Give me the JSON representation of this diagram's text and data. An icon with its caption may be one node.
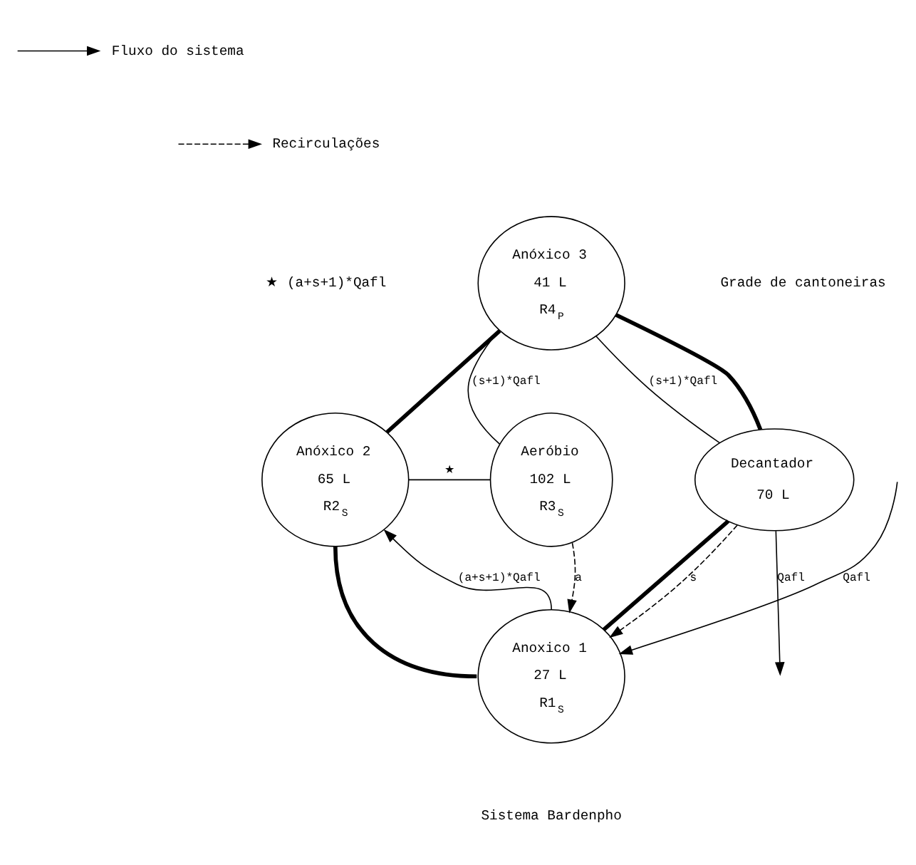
{
  "diagram": {
    "nodes": [
      {
        "text": [
          "Anóxico 3",
          "41 L",
          "R4$_{P}$"
        ]
      },
      {
        "text": [
          "Aeróbio",
          "102 L",
          "R3$_{S}$"
        ]
      },
      {
        "text": [
          "Anóxico 2",
          "65 L",
          "R2$_{S}$"
        ]
      },
      {
        "text": [
          "Decantador",
          "70 L"
        ]
      },
      {
        "text": [
          "Anoxico 1",
          "27 L",
          "R1$_{S}$"
        ]
      }
    ],
    "edges": [
      {
        "from": 0,
        "to": 3,
        "arrow": "none",
        "style": "thick"
      },
      {
        "from": 3,
        "to": 4,
        "arrow": "none",
        "style": "thick"
      },
      {
        "from": 4,
        "to": 2,
        "arrow": "none",
        "style": "thick"
      },
      {
        "from": 2,
        "to": 0,
        "arrow": "none",
        "style": "thick"
      },
      {
        "from": 2,
        "to": 1,
        "arrow": "none",
        "label": "★"
      },
      {
        "from": 1,
        "to": 0,
        "arrow": "none",
        "label": "(s+1)*Qafl"
      },
      {
        "from": 0,
        "to": 3,
        "arrow": "none",
        "label": "(s+1)*Qafl"
      },
      {
        "from": 4,
        "to": 2,
        "arrow": "to",
        "label": "(a+s+1)*Qafl"
      },
      {
        "from": 1,
        "to": 4,
        "arrow": "to",
        "label": "a",
        "style": "dashed"
      },
      {
        "from": 3,
        "to": 4,
        "arrow": "to",
        "label": "s",
        "style": "dashed"
      },
      {
        "from": null,
        "to": 4,
        "arrow": "to",
        "label": "Qafl"
      },
      {
        "from": 3,
        "to": null,
        "arrow": "to",
        "label": "Qafl"
      }
    ],
    "labels": [
      "★ (a+s+1)*Qafl",
      "Grade de cantoneiras",
      "Sistema Bardenpho"
    ],
    "legend": [
      {
        "text": "Fluxo do sistema"
      },
      {
        "text": "Recirculações"
      }
    ]
  }
}
